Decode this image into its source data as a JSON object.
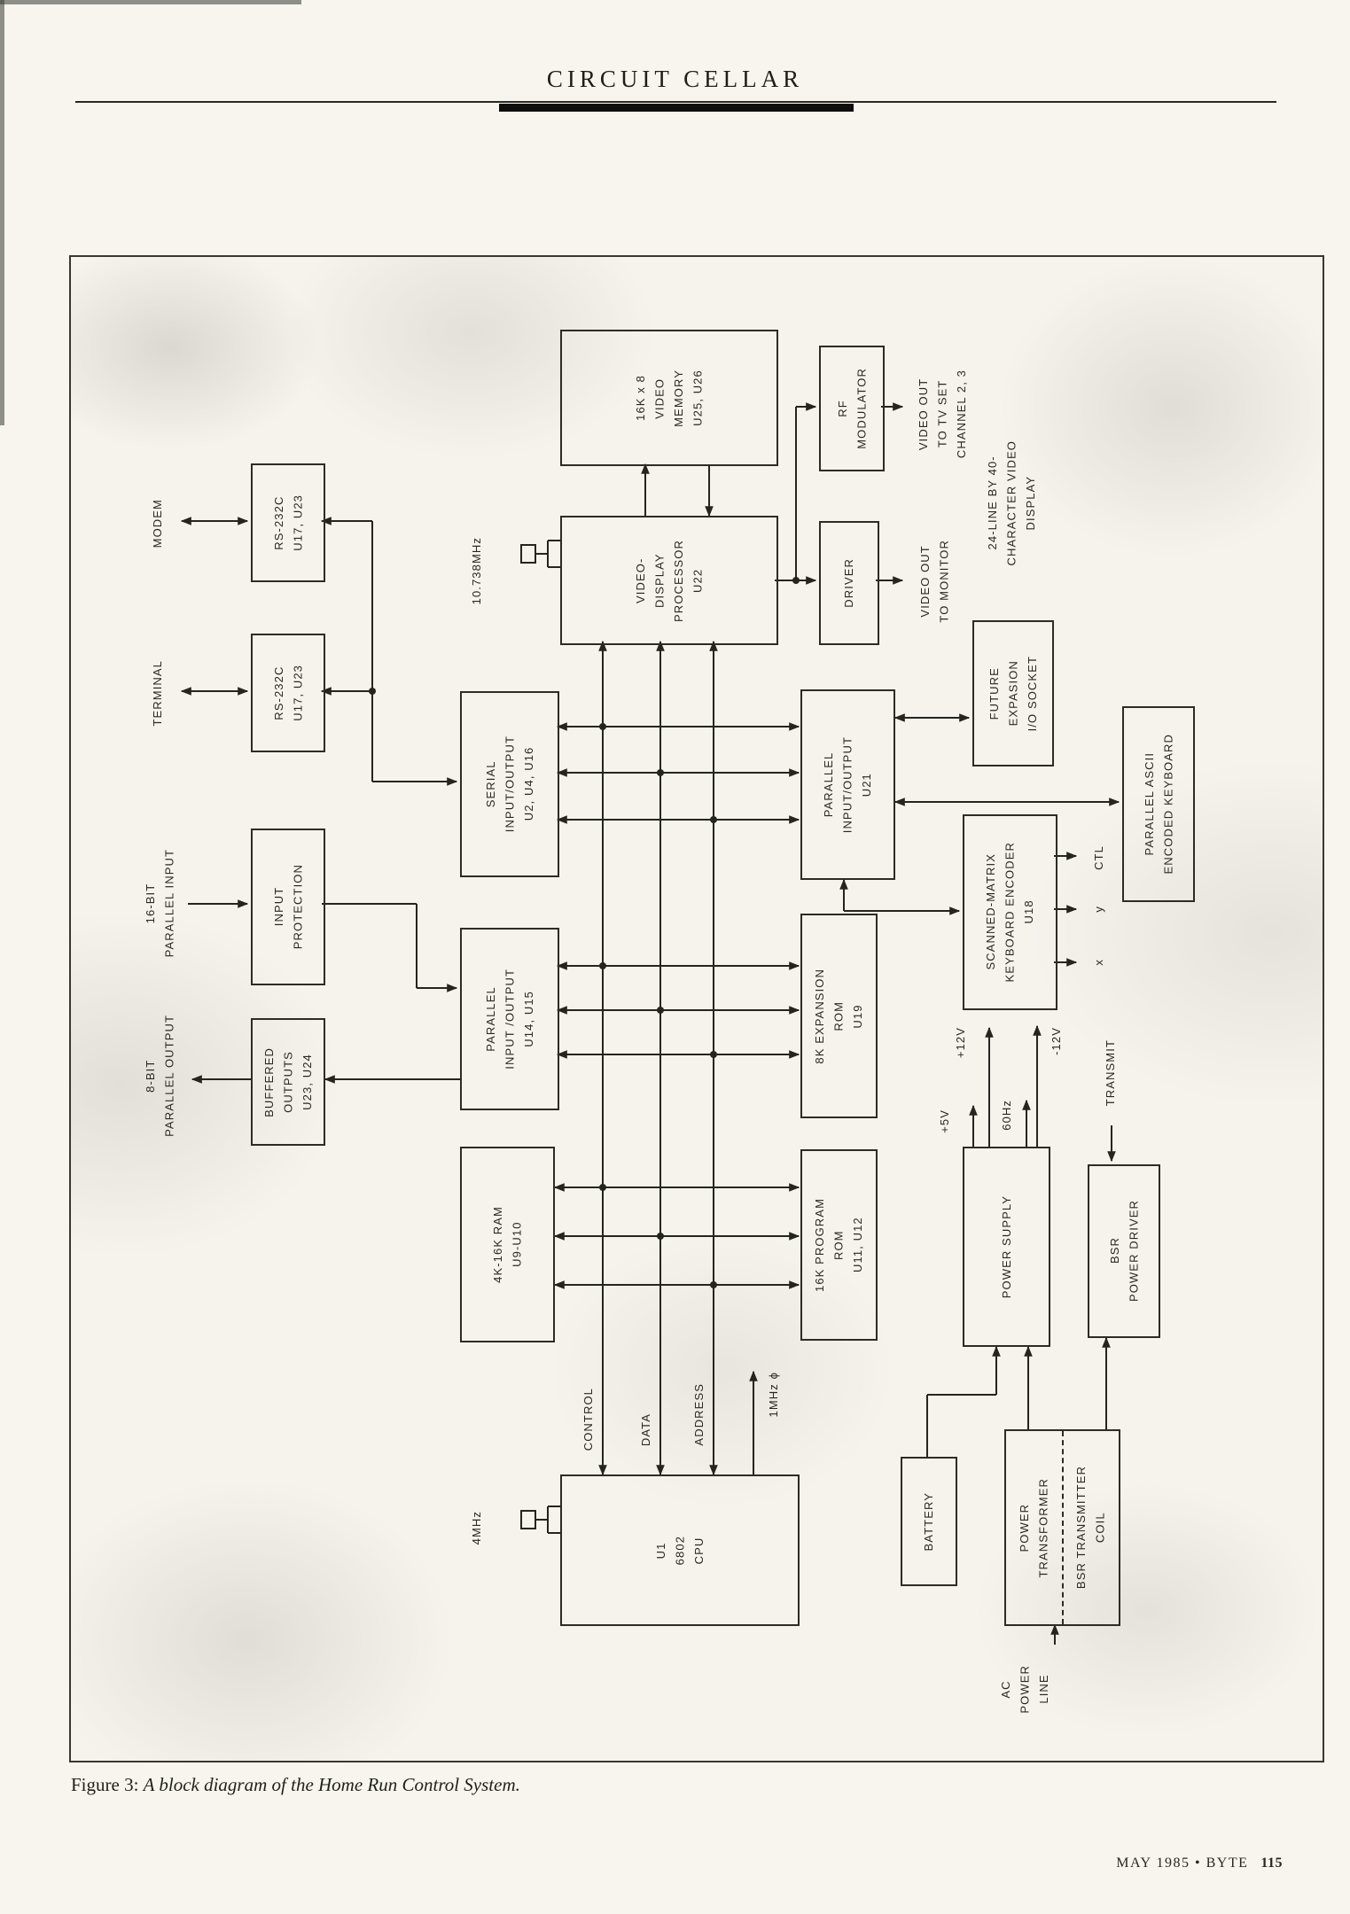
{
  "page": {
    "header": "CIRCUIT CELLAR",
    "caption": {
      "prefix": "Figure 3:",
      "text": "A block diagram of the Home Run Control System."
    },
    "footer": {
      "left": "MAY 1985 • BYTE",
      "page_number": "115"
    }
  },
  "diagram": {
    "blocks": {
      "video_memory": "16K x 8\nVIDEO\nMEMORY\nU25, U26",
      "rf_modulator": "RF\nMODULATOR",
      "video_display_processor": "VIDEO-\nDISPLAY\nPROCESSOR\nU22",
      "driver": "DRIVER",
      "rs232_modem": "RS-232C\nU17, U23",
      "rs232_terminal": "RS-232C\nU17, U23",
      "serial_io": "SERIAL\nINPUT/OUTPUT\nU2, U4, U16",
      "input_protection": "INPUT\nPROTECTION",
      "parallel_io_u21": "PARALLEL\nINPUT/OUTPUT\nU21",
      "future_expansion": "FUTURE\nEXPASION\nI/O SOCKET",
      "ascii_keyboard": "PARALLEL ASCII\nENCODED KEYBOARD",
      "scanned_matrix": "SCANNED-MATRIX\nKEYBOARD ENCODER\nU18",
      "parallel_io_u14": "PARALLEL\nINPUT /OUTPUT\nU14, U15",
      "rom_8k": "8K EXPANSION\nROM\nU19",
      "buffered_outputs": "BUFFERED\nOUTPUTS\nU23, U24",
      "ram": "4K-16K RAM\nU9-U10",
      "rom_16k": "16K PROGRAM\nROM\nU11, U12",
      "power_supply": "POWER SUPPLY",
      "bsr_driver": "BSR\nPOWER DRIVER",
      "cpu": "U1\n6802\nCPU",
      "battery": "BATTERY",
      "power_transformer": "POWER\nTRANSFORMER",
      "bsr_coil": "BSR TRANSMITTER\nCOIL"
    },
    "labels": {
      "modem": "MODEM",
      "terminal": "TERMINAL",
      "parallel_input": "16-BIT\nPARALLEL INPUT",
      "parallel_output": "8-BIT\nPARALLEL OUTPUT",
      "xtal_vdp": "10.738MHz",
      "xtal_cpu": "4MHz",
      "video_out_tv": "VIDEO OUT\nTO TV SET\nCHANNEL 2, 3",
      "video_out_monitor": "VIDEO OUT\nTO MONITOR",
      "display_note": "24-LINE BY 40-\nCHARACTER VIDEO\nDISPLAY",
      "ctl": "CTL",
      "y": "y",
      "x": "x",
      "control": "CONTROL",
      "data": "DATA",
      "address": "ADDRESS",
      "clock": "1MHz ϕ",
      "plus5": "+5V",
      "plus12": "+12V",
      "hz60": "60Hz",
      "minus12": "-12V",
      "transmit": "TRANSMIT",
      "ac_power": "AC\nPOWER\nLINE"
    }
  }
}
